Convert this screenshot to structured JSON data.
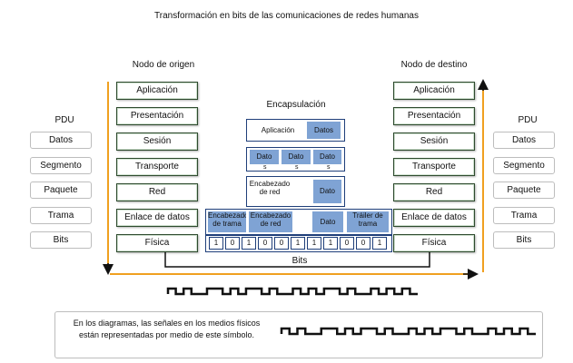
{
  "title": "Transformación en bits de las comunicaciones de redes humanas",
  "source_node": "Nodo de origen",
  "dest_node": "Nodo de destino",
  "encapsulation": "Encapsulación",
  "pdu_title": "PDU",
  "layers": [
    "Aplicación",
    "Presentación",
    "Sesión",
    "Transporte",
    "Red",
    "Enlace de datos",
    "Física"
  ],
  "pdus": [
    "Datos",
    "Segmento",
    "Paquete",
    "Trama",
    "Bits"
  ],
  "enc": {
    "app_label": "Aplicación",
    "datos": "Datos",
    "dato": "Dato",
    "dato_s": "s",
    "encab_red": "Encabezado de red",
    "encab_trama": "Encabezado de trama",
    "encab_red_short": "Encabezado de red",
    "trailer": "Tráiler de trama"
  },
  "bits": [
    "1",
    "0",
    "1",
    "0",
    "0",
    "1",
    "1",
    "1",
    "0",
    "0",
    "1"
  ],
  "bits_label": "Bits",
  "note": "En los diagramas, las señales en los medios físicos están representadas por medio de este símbolo."
}
